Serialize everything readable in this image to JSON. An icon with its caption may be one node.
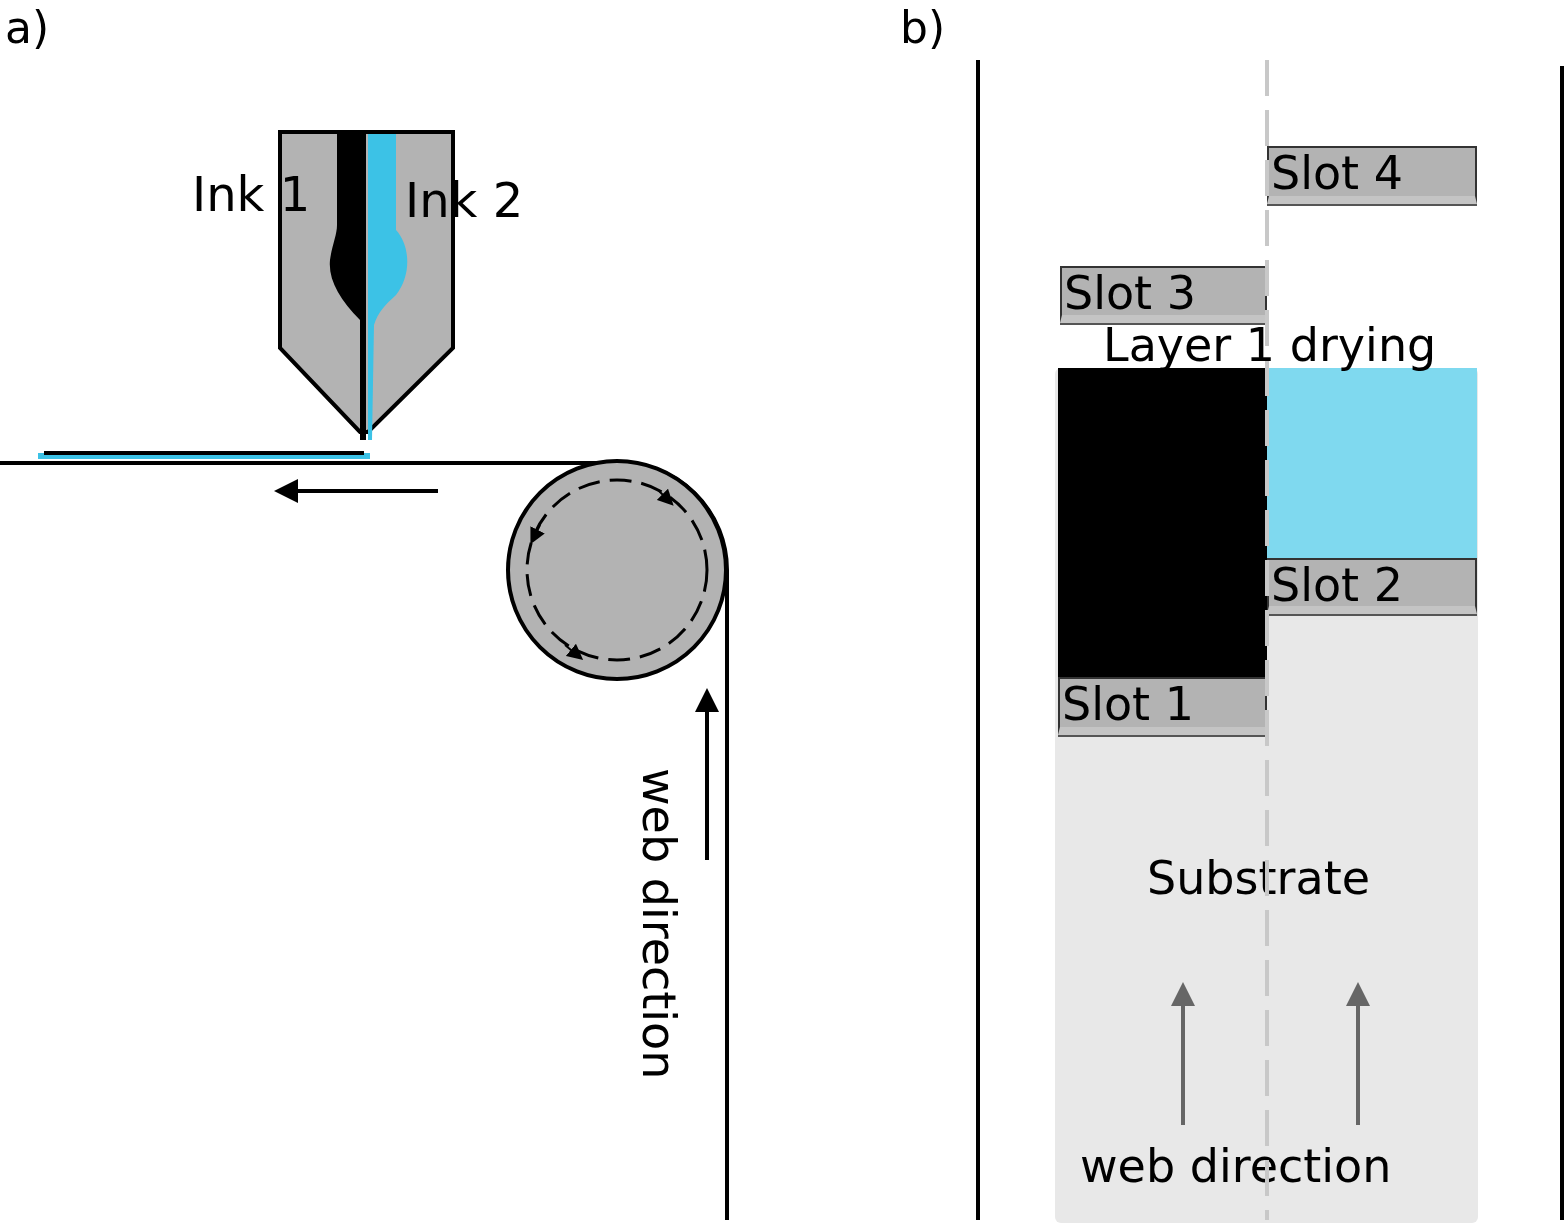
{
  "diagram": {
    "nodes": [
      {
        "text": [
          "Substrate",
          "web direction"
        ]
      },
      {
        "text": [
          "Slot 4"
        ]
      },
      {
        "text": [
          "Slot 3"
        ]
      },
      {
        "text": [],
        "shape": "box",
        "in": 0
      },
      {
        "text": [],
        "shape": "box",
        "in": 0
      },
      {
        "text": [
          "Slot 2"
        ],
        "in": 0
      },
      {
        "text": [
          "Slot 1"
        ],
        "in": 0
      }
    ],
    "labels": [
      "a)",
      "b)",
      "Ink 1",
      "Ink 2",
      "Layer 1 drying",
      "web direction"
    ]
  }
}
